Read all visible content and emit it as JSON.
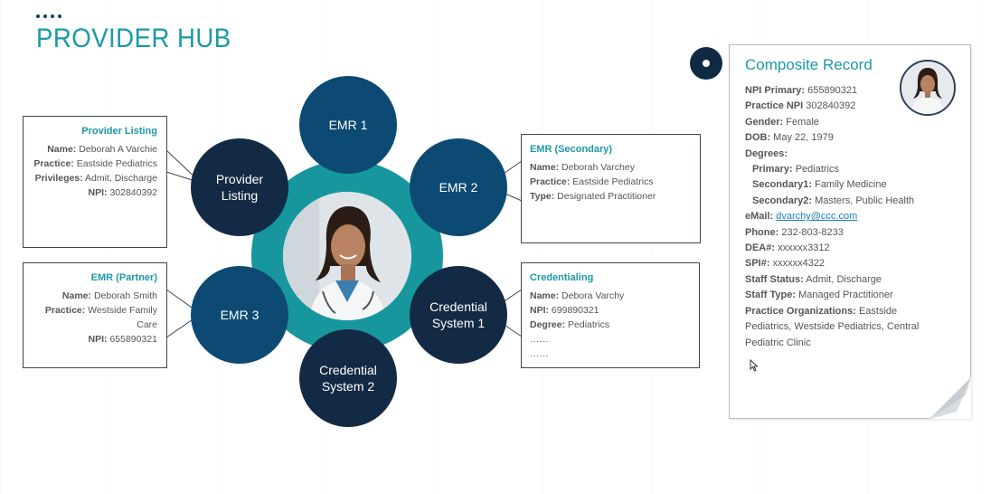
{
  "title": "PROVIDER HUB",
  "nodes": {
    "emr1": "EMR 1",
    "emr2": "EMR 2",
    "emr3": "EMR 3",
    "provider_listing": "Provider\nListing",
    "credential_system_1": "Credential\nSystem 1",
    "credential_system_2": "Credential\nSystem 2"
  },
  "provider_listing_box": {
    "title": "Provider Listing",
    "rows": [
      {
        "k": "Name:",
        "v": "Deborah A Varchie"
      },
      {
        "k": "Practice:",
        "v": "Eastside Pediatrics"
      },
      {
        "k": "Privileges:",
        "v": "Admit, Discharge"
      },
      {
        "k": "NPI:",
        "v": "302840392"
      }
    ]
  },
  "emr_partner_box": {
    "title": "EMR (Partner)",
    "rows": [
      {
        "k": "Name:",
        "v": "Deborah Smith"
      },
      {
        "k": "Practice:",
        "v": "Westside Family"
      },
      {
        "k": "",
        "v": "Care"
      },
      {
        "k": "NPI:",
        "v": "655890321"
      }
    ]
  },
  "emr_secondary_box": {
    "title": "EMR (Secondary)",
    "rows": [
      {
        "k": "Name:",
        "v": "Deborah Varchey"
      },
      {
        "k": "Practice:",
        "v": "Eastside Pediatrics"
      },
      {
        "k": "Type:",
        "v": "Designated Practitioner"
      }
    ]
  },
  "credentialing_box": {
    "title": "Credentialing",
    "rows": [
      {
        "k": "Name:",
        "v": "Debora Varchy"
      },
      {
        "k": "NPI:",
        "v": "699890321"
      },
      {
        "k": "Degree:",
        "v": "Pediatrics"
      },
      {
        "k": "",
        "v": "……"
      },
      {
        "k": "",
        "v": "……"
      }
    ]
  },
  "composite": {
    "title": "Composite Record",
    "npi_primary_k": "NPI Primary:",
    "npi_primary_v": "655890321",
    "practice_npi_k": "Practice NPI",
    "practice_npi_v": "302840392",
    "gender_k": "Gender:",
    "gender_v": "Female",
    "dob_k": "DOB:",
    "dob_v": "May 22, 1979",
    "degrees_k": "Degrees:",
    "primary_k": "Primary:",
    "primary_v": "Pediatrics",
    "secondary1_k": "Secondary1:",
    "secondary1_v": "Family Medicine",
    "secondary2_k": "Secondary2:",
    "secondary2_v": "Masters, Public Health",
    "email_k": "eMail:",
    "email_v": "dvarchy@ccc.com",
    "phone_k": "Phone:",
    "phone_v": "232-803-8233",
    "dea_k": "DEA#:",
    "dea_v": "xxxxxx3312",
    "spi_k": "SPI#:",
    "spi_v": "xxxxxx4322",
    "staff_status_k": "Staff Status:",
    "staff_status_v": "Admit, Discharge",
    "staff_type_k": "Staff Type:",
    "staff_type_v": "Managed Practitioner",
    "practice_orgs_k": "Practice Organizations:",
    "practice_orgs_v": "Eastside Pediatrics, Westside Pediatrics, Central Pediatric Clinic"
  },
  "colors": {
    "teal": "#17979d",
    "navy": "#0d4a73",
    "dark_navy": "#132a44",
    "title_teal": "#1a9aa6"
  }
}
